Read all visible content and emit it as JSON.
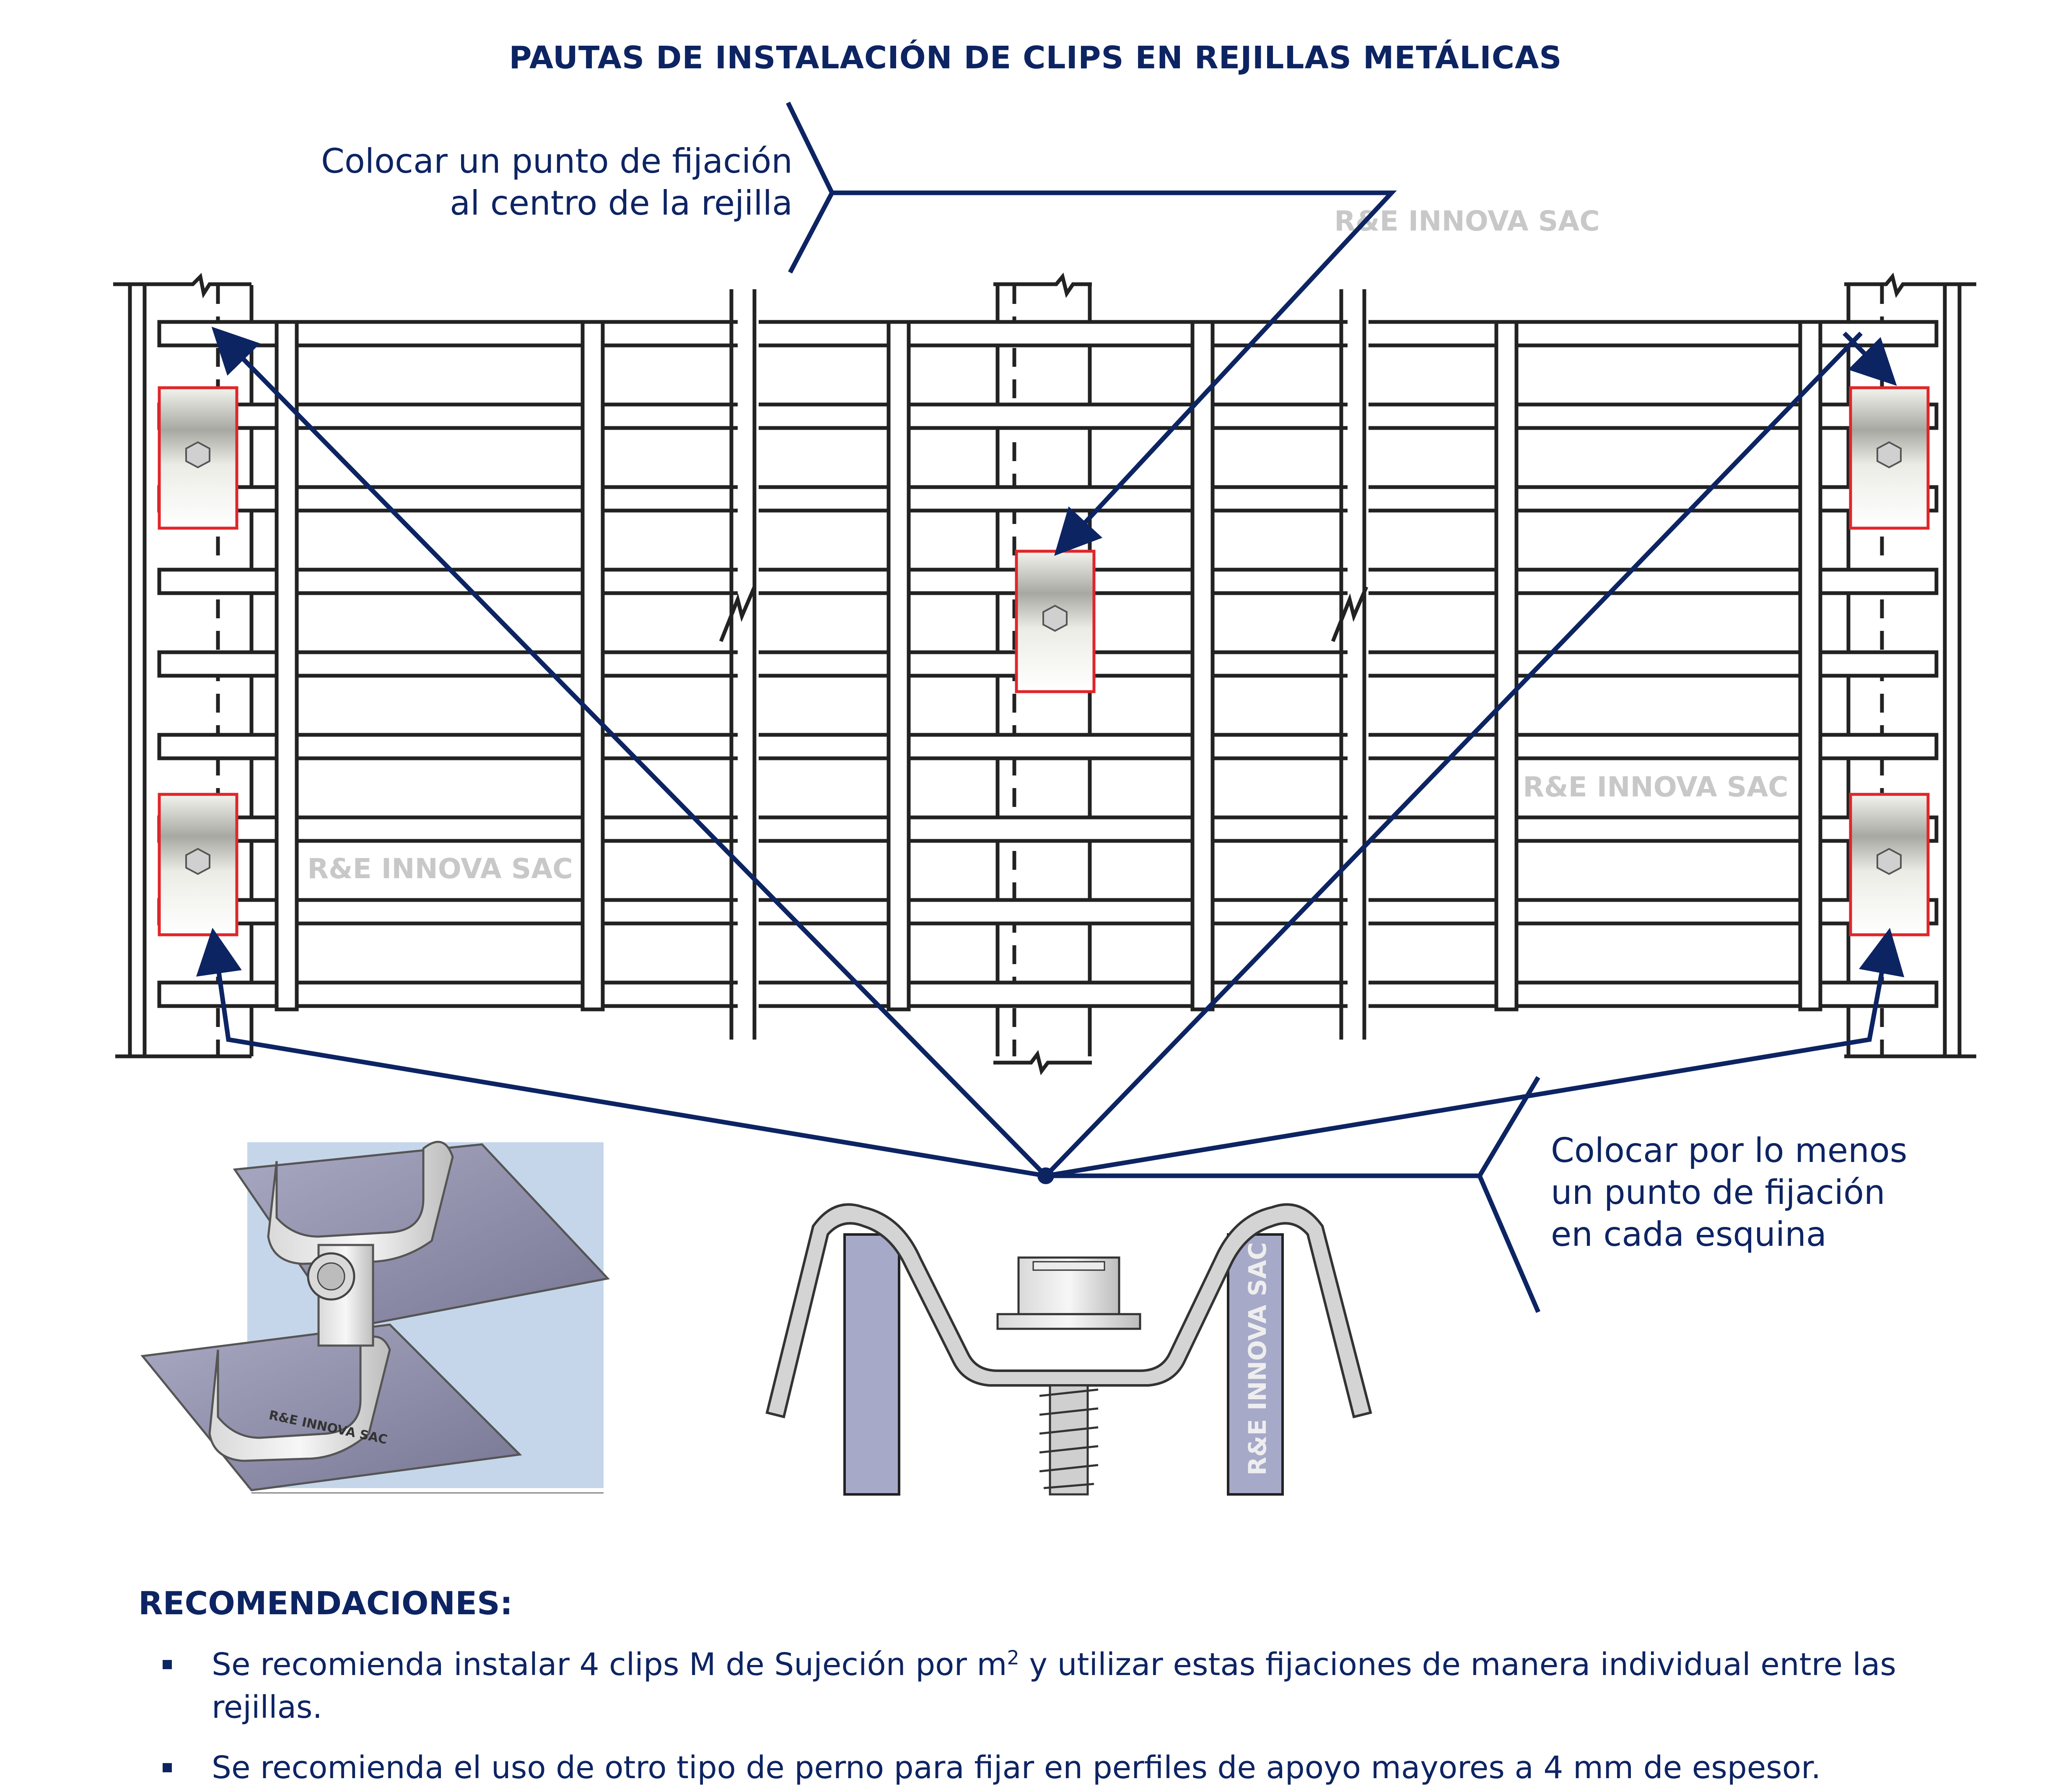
{
  "title": "PAUTAS DE INSTALACIÓN DE CLIPS EN REJILLAS METÁLICAS",
  "callouts": {
    "center": {
      "line1": "Colocar un punto de fijación",
      "line2": "al centro de la rejilla"
    },
    "corners": {
      "line1": "Colocar por lo menos",
      "line2": "un punto de fijación",
      "line3": "en cada esquina"
    }
  },
  "watermark": "R&E INNOVA SAC",
  "clip_stamp": "R&E INNOVA SAC",
  "recommendations": {
    "heading": "RECOMENDACIONES:",
    "item1_pre": "Se recomienda instalar 4 clips M de Sujeción por m",
    "item1_sup": "2",
    "item1_post": " y utilizar estas fijaciones de manera individual entre las rejillas.",
    "item2": "Se recomienda el uso de otro tipo de perno para fijar en perfiles de apoyo mayores a 4 mm de espesor."
  },
  "colors": {
    "navy": "#0d2463",
    "clip_highlight": "#e0262a",
    "grating_line": "#222222",
    "watermark": "#c8c8c8",
    "support_blue": "#a7a9c9",
    "panel_bg": "#c5d6ea"
  }
}
